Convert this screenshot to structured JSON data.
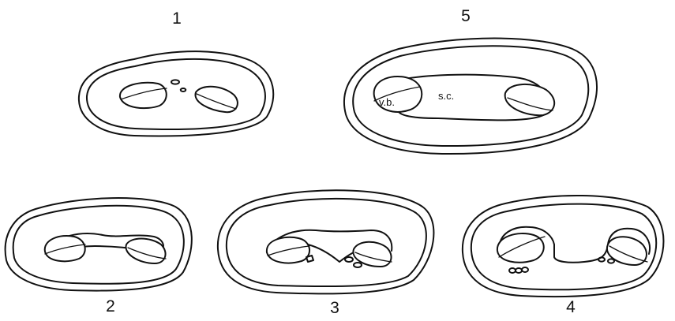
{
  "figure": {
    "panels": [
      {
        "id": "panel-1",
        "label": "1"
      },
      {
        "id": "panel-2",
        "label": "2"
      },
      {
        "id": "panel-3",
        "label": "3"
      },
      {
        "id": "panel-4",
        "label": "4"
      },
      {
        "id": "panel-5",
        "label": "5"
      }
    ],
    "annotations": {
      "vb": "v.b.",
      "sc": "s.c."
    }
  }
}
